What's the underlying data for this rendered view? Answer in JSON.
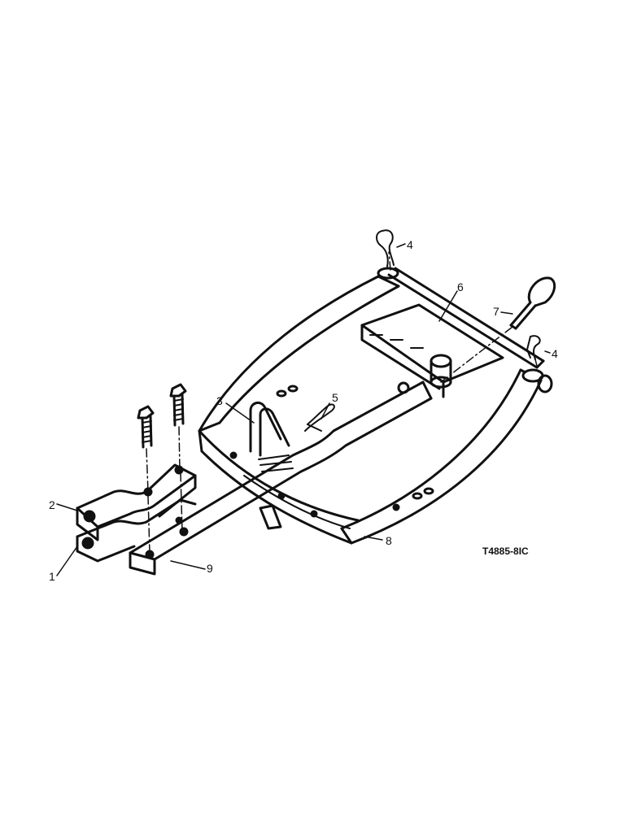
{
  "diagram": {
    "figure_id": "T4885-8IC",
    "callouts": {
      "c1": "1",
      "c2": "2",
      "c3": "3",
      "c4a": "4",
      "c4b": "4",
      "c5": "5",
      "c6": "6",
      "c7": "7",
      "c8": "8",
      "c9": "9"
    },
    "colors": {
      "ink": "#111111",
      "paper": "#ffffff"
    }
  }
}
